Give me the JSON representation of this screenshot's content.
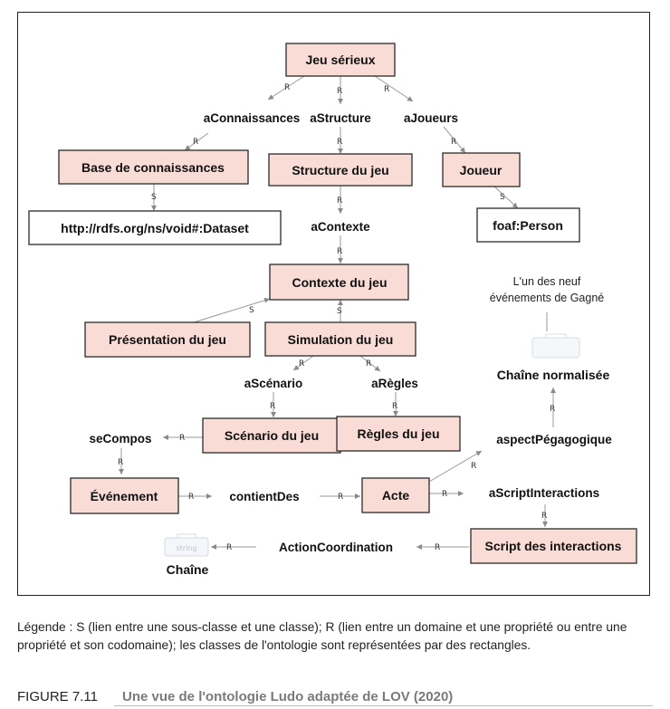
{
  "diagram": {
    "classes": {
      "jeu_serieux": "Jeu sérieux",
      "base_connaissances": "Base de connaissances",
      "structure_jeu": "Structure du jeu",
      "joueur": "Joueur",
      "void_dataset": "http://rdfs.org/ns/void#:Dataset",
      "foaf_person": "foaf:Person",
      "contexte_jeu": "Contexte du jeu",
      "presentation_jeu": "Présentation du jeu",
      "simulation_jeu": "Simulation du jeu",
      "scenario_jeu": "Scénario du jeu",
      "regles_jeu": "Règles du jeu",
      "evenement": "Événement",
      "acte": "Acte",
      "script_interactions": "Script des interactions"
    },
    "properties": {
      "aConnaissances": "aConnaissances",
      "aStructure": "aStructure",
      "aJoueurs": "aJoueurs",
      "aContexte": "aContexte",
      "aScenario": "aScénario",
      "aRegles": "aRègles",
      "seCompos": "seCompos",
      "contientDes": "contientDes",
      "aScriptInteractions": "aScriptInteractions",
      "aspectPedagogique": "aspectPégagogique",
      "actionCoordination": "ActionCoordination"
    },
    "datatypes": {
      "chaine_normalisee": "Chaîne normalisée",
      "chaine": "Chaîne",
      "string_icon": "string"
    },
    "note_lines": [
      "L'un des neuf",
      "événements de Gagné"
    ],
    "edge_labels": {
      "subclass": "S",
      "relation": "R"
    },
    "colors": {
      "class_fill": "#f9dcd6",
      "edge": "#9a9a9a",
      "border": "#222222"
    }
  },
  "legend": "Légende : S (lien entre une sous-classe et une classe); R (lien entre un domaine et une propriété ou entre une propriété et son codomaine); les classes de l'ontologie sont représentées par des rectangles.",
  "caption": {
    "number": "FIGURE 7.11",
    "title": "Une vue de l'ontologie Ludo adaptée de LOV (2020)"
  }
}
